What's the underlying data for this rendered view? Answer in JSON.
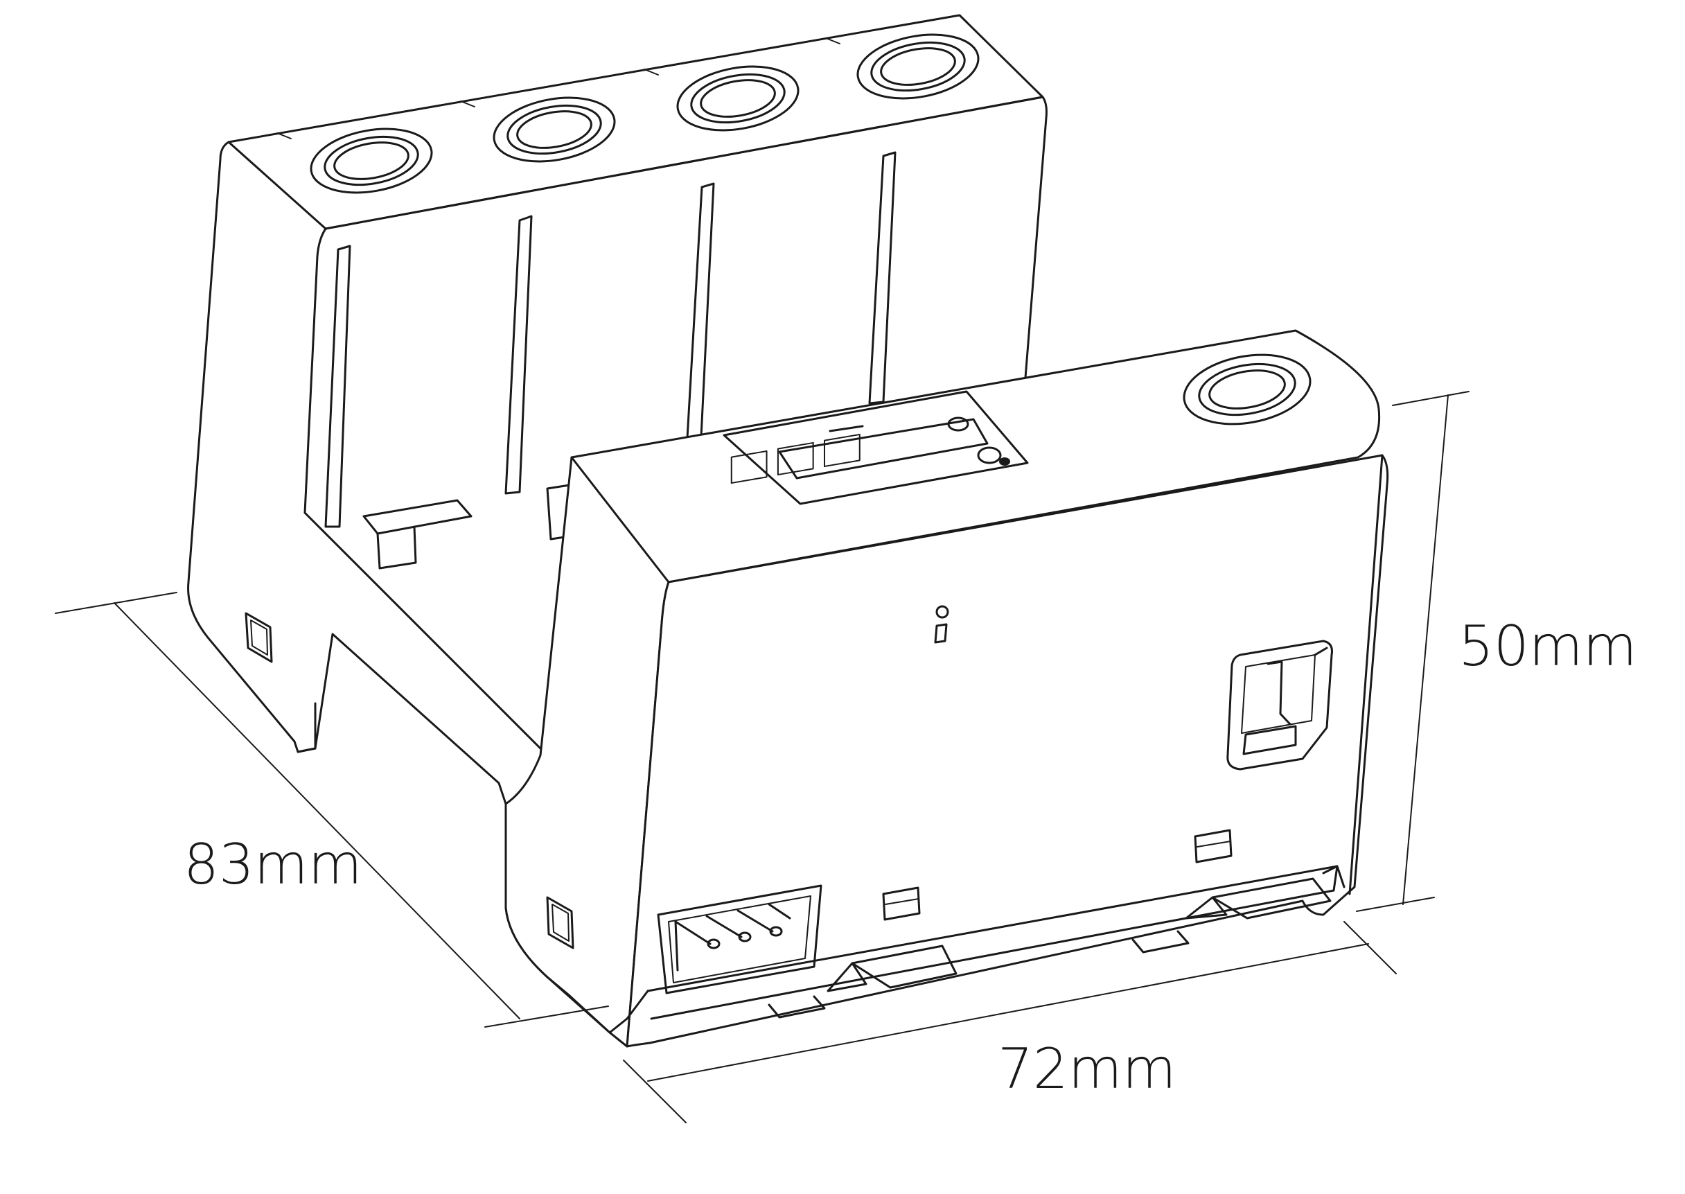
{
  "dimensions": {
    "depth_label": "83mm",
    "width_label": "72mm",
    "height_label": "50mm"
  }
}
